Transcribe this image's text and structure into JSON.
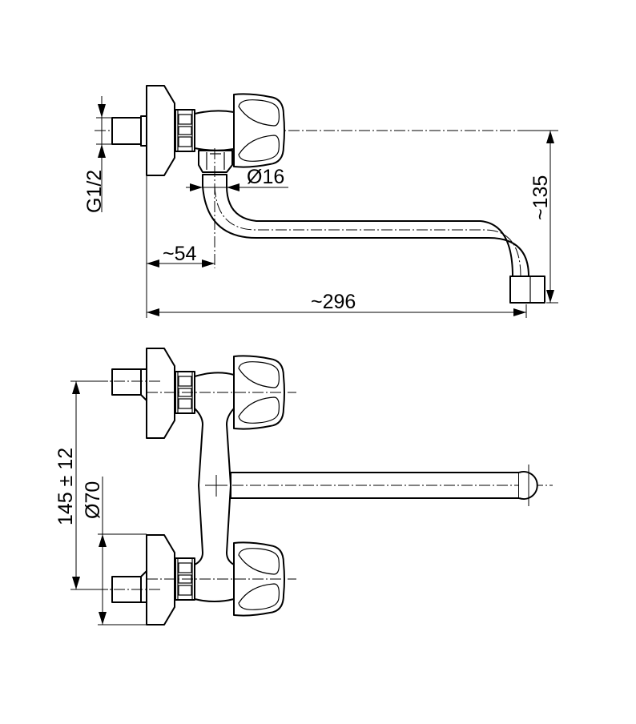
{
  "title": "Wall-mounted two-handle faucet dimension drawing",
  "top_view": {
    "thread_label": "G1/2",
    "pipe_diameter_label": "Ø16",
    "outlet_offset_label": "~54",
    "spout_length_label": "~296",
    "spout_height_label": "~135"
  },
  "front_view": {
    "center_distance_label": "145 ± 12",
    "escutcheon_diameter_label": "Ø70"
  }
}
